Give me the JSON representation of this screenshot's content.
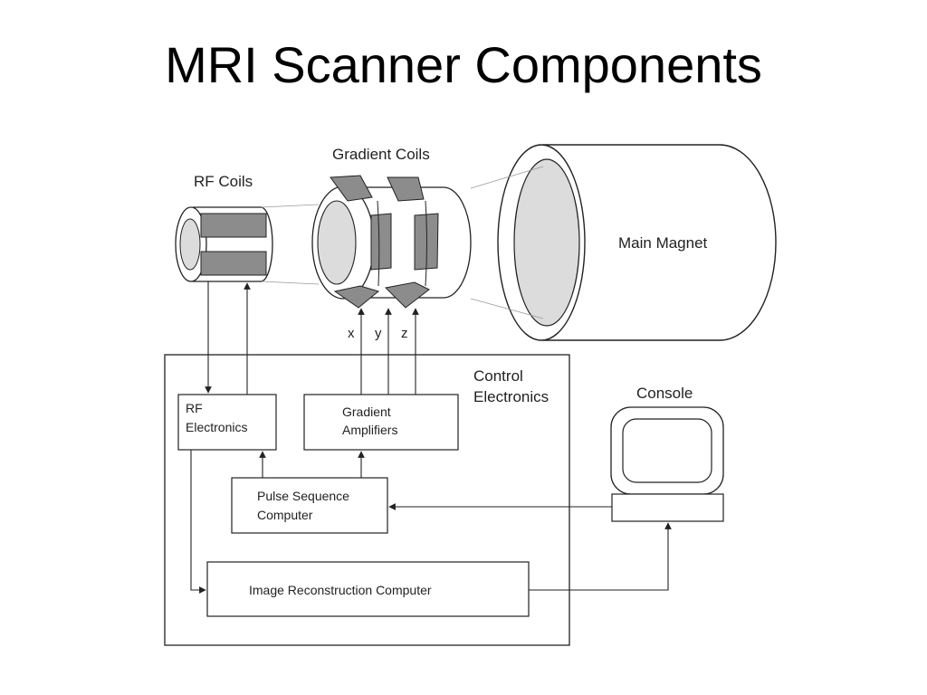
{
  "slide": {
    "title": "MRI Scanner Components"
  },
  "diagram": {
    "labels": {
      "rf_coils": "RF Coils",
      "gradient_coils": "Gradient Coils",
      "main_magnet": "Main Magnet",
      "axis_x": "x",
      "axis_y": "y",
      "axis_z": "z",
      "control_electronics_line1": "Control",
      "control_electronics_line2": "Electronics",
      "console": "Console"
    },
    "boxes": {
      "rf_electronics_line1": "RF",
      "rf_electronics_line2": "Electronics",
      "gradient_amplifiers_line1": "Gradient",
      "gradient_amplifiers_line2": "Amplifiers",
      "pulse_sequence_line1": "Pulse Sequence",
      "pulse_sequence_line2": "Computer",
      "image_reconstruction": "Image Reconstruction Computer"
    },
    "colors": {
      "line": "#222222",
      "coil_fill": "#8c8c8c",
      "bore_fill": "#dcdcdc"
    }
  }
}
